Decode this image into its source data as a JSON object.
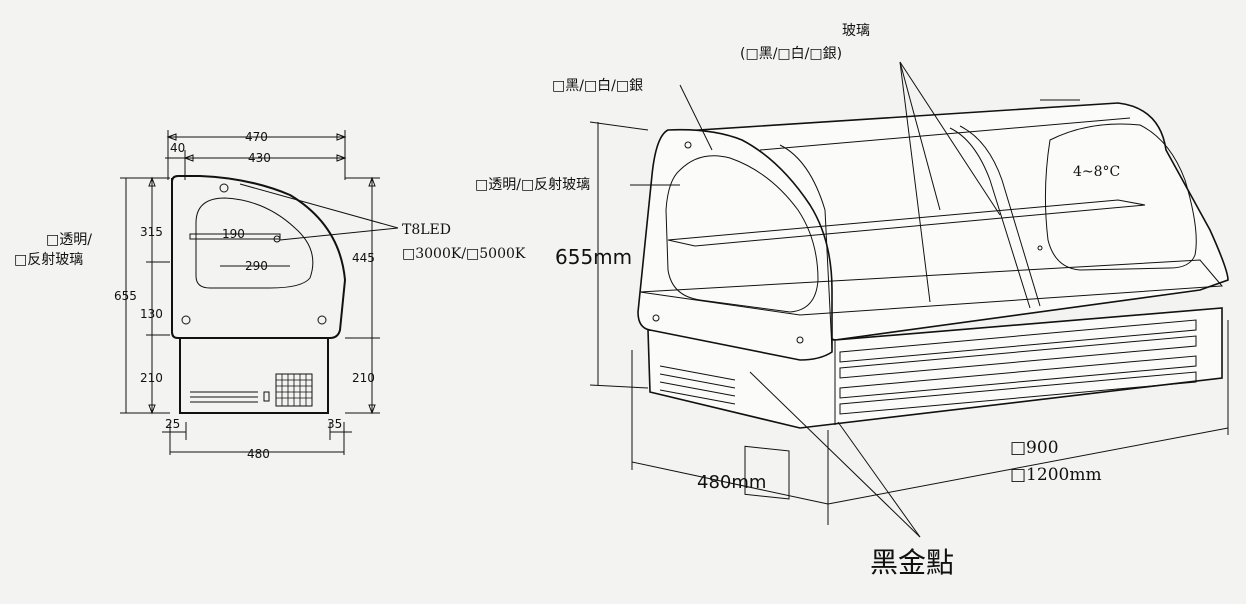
{
  "side_view": {
    "dim_total_width": "470",
    "dim_inset": "40",
    "dim_inner_width": "430",
    "dim_upper_height": "315",
    "dim_total_height": "655",
    "dim_mid_height": "130",
    "dim_lower_height_left": "210",
    "dim_lower_height_right": "210",
    "dim_right_height": "445",
    "dim_shelf": "190",
    "dim_window": "290",
    "dim_left_foot": "25",
    "dim_right_foot": "35",
    "dim_base_width": "480",
    "glass_label_line1": "□透明/",
    "glass_label_line2": "□反射玻璃",
    "led_label": "T8LED",
    "led_options": "□3000K/□5000K"
  },
  "perspective_view": {
    "glass_title": "玻璃",
    "glass_colors": "(□黑/□白/□銀)",
    "frame_colors": "□黑/□白/□銀",
    "glass_type": "□透明/□反射玻璃",
    "temperature": "4~8°C",
    "height": "655mm",
    "depth": "480mm",
    "length_option_1": "□900",
    "length_option_2": "□1200mm",
    "black_dot_label": "黑金點"
  }
}
